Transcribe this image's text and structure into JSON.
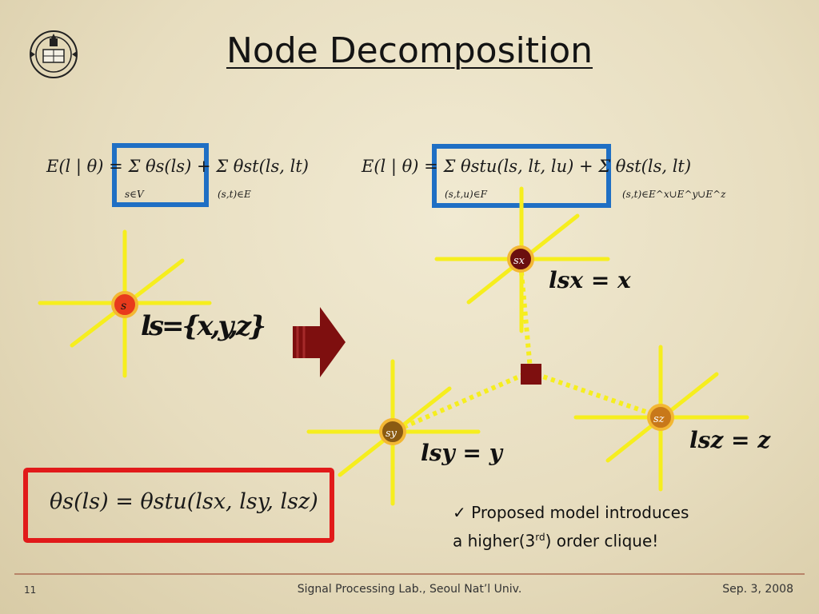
{
  "slide": {
    "title": "Node Decomposition",
    "page_number": "11"
  },
  "equations": {
    "energy_original": "E(l | θ) = Σ θs(ls) + Σ θst(ls, lt)",
    "energy_original_sub_unary": "s∈V",
    "energy_original_sub_pairwise": "(s,t)∈E",
    "energy_decomposed": "E(l | θ) = Σ θstu(ls, lt, lu) + Σ θst(ls, lt)",
    "energy_decomposed_sub_clique": "(s,t,u)∈F",
    "energy_decomposed_sub_pairwise": "(s,t)∈E^x∪E^y∪E^z",
    "theta_relation": "θs(ls) = θstu(lsx, lsy, lsz)"
  },
  "nodes": {
    "s_label": "s",
    "sx_label": "sx",
    "sy_label": "sy",
    "sz_label": "sz"
  },
  "labels": {
    "ls_set": "ls={x,y,z}",
    "lsx": "lsx = x",
    "lsy": "lsy = y",
    "lsz": "lsz = z"
  },
  "note": {
    "line1": "✓ Proposed model introduces",
    "line2_prefix": "a higher(3",
    "line2_sup": "rd",
    "line2_suffix": ") order clique!"
  },
  "footer": {
    "center": "Signal Processing Lab., Seoul Nat’l Univ.",
    "date": "Sep. 3, 2008"
  },
  "colors": {
    "highlight_blue": "#1f6fc4",
    "highlight_red": "#e11a1a",
    "edge_yellow": "#f6ee1e",
    "node_red": "#e83a1c",
    "node_dark": "#6b0f0f",
    "node_brown": "#8a5a12",
    "node_orange": "#c8781a",
    "arrow": "#7e0f0f"
  },
  "icons": {
    "logo": "university-seal-icon",
    "arrow": "right-arrow-icon",
    "check": "check-mark-icon"
  }
}
